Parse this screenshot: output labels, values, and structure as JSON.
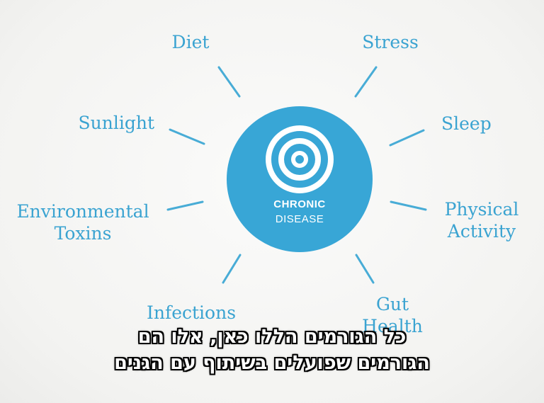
{
  "hub": {
    "title": "CHRONIC",
    "subtitle": "DISEASE",
    "icon": "target-icon"
  },
  "factors": [
    {
      "id": "diet",
      "label": "Diet"
    },
    {
      "id": "stress",
      "label": "Stress"
    },
    {
      "id": "sunlight",
      "label": "Sunlight"
    },
    {
      "id": "sleep",
      "label": "Sleep"
    },
    {
      "id": "environmental-toxins",
      "line1": "Environmental",
      "line2": "Toxins"
    },
    {
      "id": "physical-activity",
      "line1": "Physical",
      "line2": "Activity"
    },
    {
      "id": "infections",
      "label": "Infections"
    },
    {
      "id": "gut-health",
      "line1": "Gut",
      "line2": "Health"
    }
  ],
  "subtitles": {
    "line1": "כל הגורמים הללו כאן, אלו הם",
    "line2": "הגורמים שפועלים בשיתוף עם הגנים"
  },
  "colors": {
    "accent": "#38a6d6",
    "label": "#3aa3d1",
    "background": "#f6f6f4",
    "caption_text": "#ffffff",
    "caption_outline": "#000000"
  }
}
